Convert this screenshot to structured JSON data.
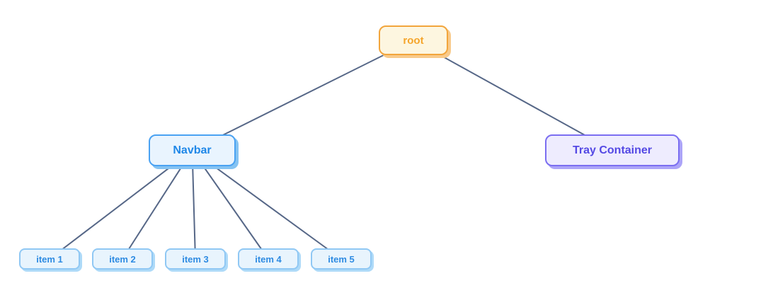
{
  "diagram": {
    "type": "tree",
    "background_color": "#ffffff",
    "edge_color": "#566787",
    "nodes": {
      "root": {
        "label": "root",
        "fill": "#fdf6e0",
        "border_color": "#f2a53c",
        "text_color": "#f5a52b",
        "shadow_color": "#f8ca8b"
      },
      "navbar": {
        "label": "Navbar",
        "fill": "#e9f4fe",
        "border_color": "#4aa2f2",
        "text_color": "#1e87e8",
        "shadow_color": "#85c3f2"
      },
      "tray": {
        "label": "Tray Container",
        "fill": "#eeecfe",
        "border_color": "#7b6ef1",
        "text_color": "#5449e4",
        "shadow_color": "#aca4f8"
      },
      "item1": {
        "label": "item 1",
        "fill": "#e8f4fd",
        "border_color": "#90c8f4",
        "text_color": "#2e8be2",
        "shadow_color": "#aedaf8"
      },
      "item2": {
        "label": "item 2",
        "fill": "#e8f4fd",
        "border_color": "#90c8f4",
        "text_color": "#2e8be2",
        "shadow_color": "#aedaf8"
      },
      "item3": {
        "label": "item 3",
        "fill": "#e8f4fd",
        "border_color": "#90c8f4",
        "text_color": "#2e8be2",
        "shadow_color": "#aedaf8"
      },
      "item4": {
        "label": "item 4",
        "fill": "#e8f4fd",
        "border_color": "#90c8f4",
        "text_color": "#2e8be2",
        "shadow_color": "#aedaf8"
      },
      "item5": {
        "label": "item 5",
        "fill": "#e8f4fd",
        "border_color": "#90c8f4",
        "text_color": "#2e8be2",
        "shadow_color": "#aedaf8"
      }
    },
    "edges": [
      [
        "root",
        "navbar"
      ],
      [
        "root",
        "tray"
      ],
      [
        "navbar",
        "item1"
      ],
      [
        "navbar",
        "item2"
      ],
      [
        "navbar",
        "item3"
      ],
      [
        "navbar",
        "item4"
      ],
      [
        "navbar",
        "item5"
      ]
    ]
  }
}
